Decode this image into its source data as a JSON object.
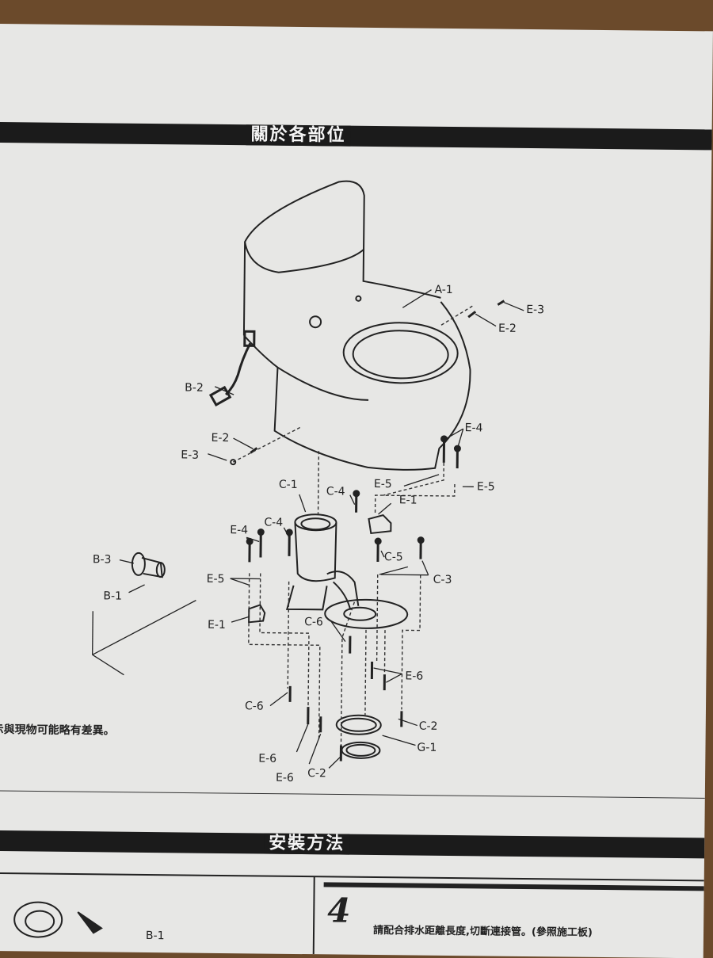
{
  "sections": {
    "parts_title": "關於各部位",
    "install_title": "安裝方法"
  },
  "note": "示與現物可能略有差異。",
  "step": {
    "number": "4",
    "text": "請配合排水距離長度,切斷連接管。(參照施工板)",
    "partial_label": "B-1"
  },
  "labels": {
    "a1": "A-1",
    "e3_top": "E-3",
    "e2_top": "E-2",
    "b2": "B-2",
    "e2_left": "E-2",
    "e3_left": "E-3",
    "e4_right": "E-4",
    "e5_right_a": "E-5",
    "e5_right_b": "E-5",
    "e1_right": "E-1",
    "c1": "C-1",
    "c4_top": "C-4",
    "c4_left": "C-4",
    "e4_left": "E-4",
    "c5": "C-5",
    "c3": "C-3",
    "b3": "B-3",
    "b1": "B-1",
    "e5_left": "E-5",
    "e1_left": "E-1",
    "c6_mid": "C-6",
    "e6_right": "E-6",
    "c6_left": "C-6",
    "c2_right": "C-2",
    "g1": "G-1",
    "e6_left_a": "E-6",
    "e6_left_b": "E-6",
    "c2_bottom": "C-2"
  }
}
